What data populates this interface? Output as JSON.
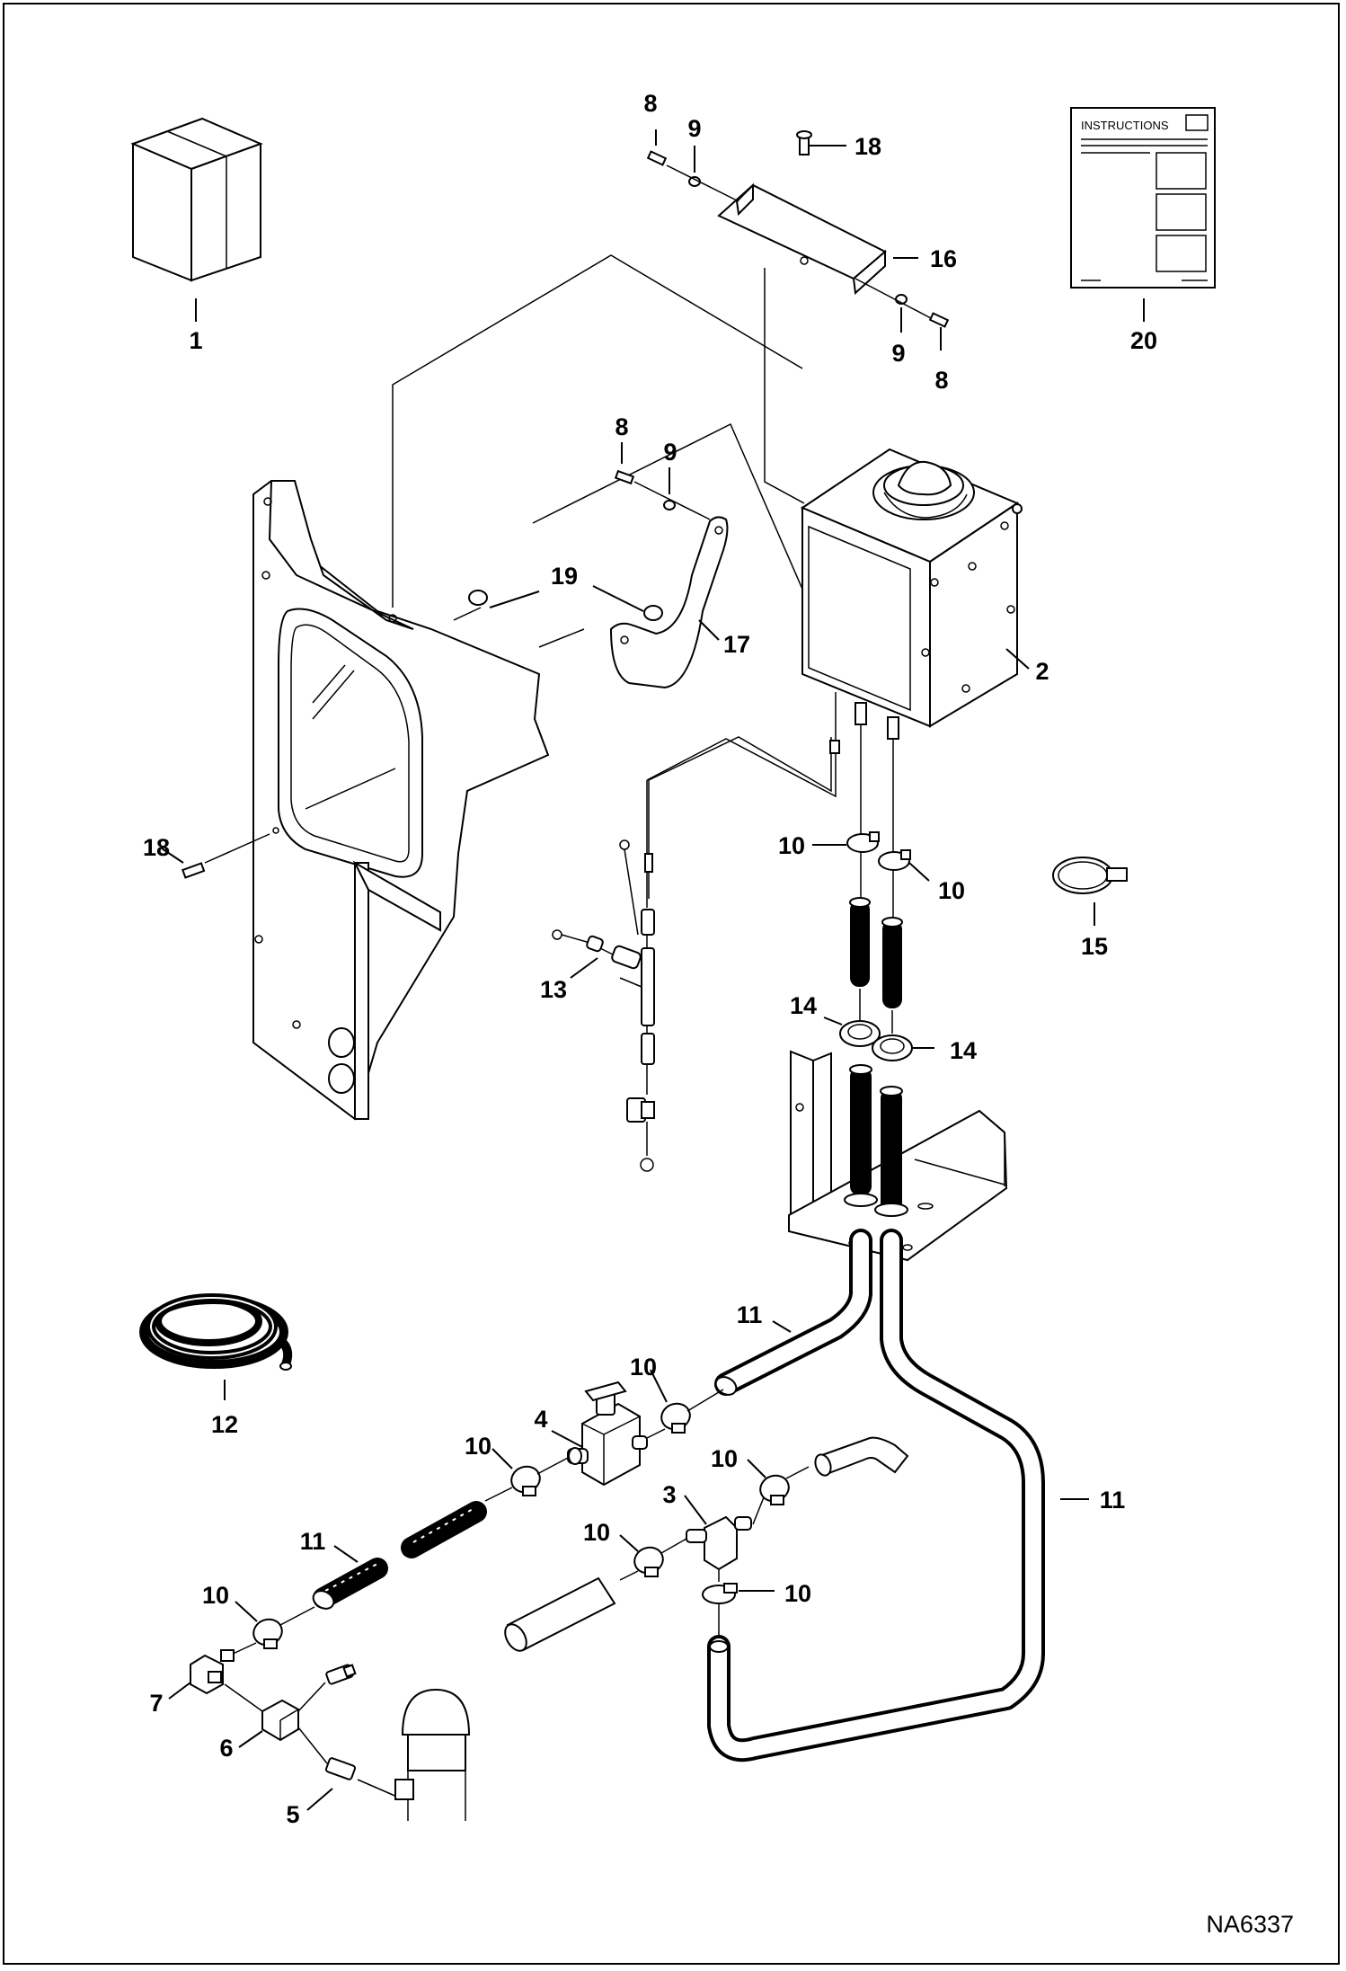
{
  "figure_id": "NA6337",
  "instructions_text": "INSTRUCTIONS",
  "callouts": [
    {
      "id": "c1",
      "text": "1"
    },
    {
      "id": "c2",
      "text": "2"
    },
    {
      "id": "c3",
      "text": "3"
    },
    {
      "id": "c4",
      "text": "4"
    },
    {
      "id": "c5",
      "text": "5"
    },
    {
      "id": "c6",
      "text": "6"
    },
    {
      "id": "c7",
      "text": "7"
    },
    {
      "id": "c8a",
      "text": "8"
    },
    {
      "id": "c8b",
      "text": "8"
    },
    {
      "id": "c8c",
      "text": "8"
    },
    {
      "id": "c9a",
      "text": "9"
    },
    {
      "id": "c9b",
      "text": "9"
    },
    {
      "id": "c9c",
      "text": "9"
    },
    {
      "id": "c10a",
      "text": "10"
    },
    {
      "id": "c10b",
      "text": "10"
    },
    {
      "id": "c10c",
      "text": "10"
    },
    {
      "id": "c10d",
      "text": "10"
    },
    {
      "id": "c10e",
      "text": "10"
    },
    {
      "id": "c10f",
      "text": "10"
    },
    {
      "id": "c10g",
      "text": "10"
    },
    {
      "id": "c10h",
      "text": "10"
    },
    {
      "id": "c11a",
      "text": "11"
    },
    {
      "id": "c11b",
      "text": "11"
    },
    {
      "id": "c11c",
      "text": "11"
    },
    {
      "id": "c12",
      "text": "12"
    },
    {
      "id": "c13",
      "text": "13"
    },
    {
      "id": "c14a",
      "text": "14"
    },
    {
      "id": "c14b",
      "text": "14"
    },
    {
      "id": "c15",
      "text": "15"
    },
    {
      "id": "c16",
      "text": "16"
    },
    {
      "id": "c17",
      "text": "17"
    },
    {
      "id": "c18a",
      "text": "18"
    },
    {
      "id": "c18b",
      "text": "18"
    },
    {
      "id": "c19",
      "text": "19"
    },
    {
      "id": "c20",
      "text": "20"
    }
  ]
}
